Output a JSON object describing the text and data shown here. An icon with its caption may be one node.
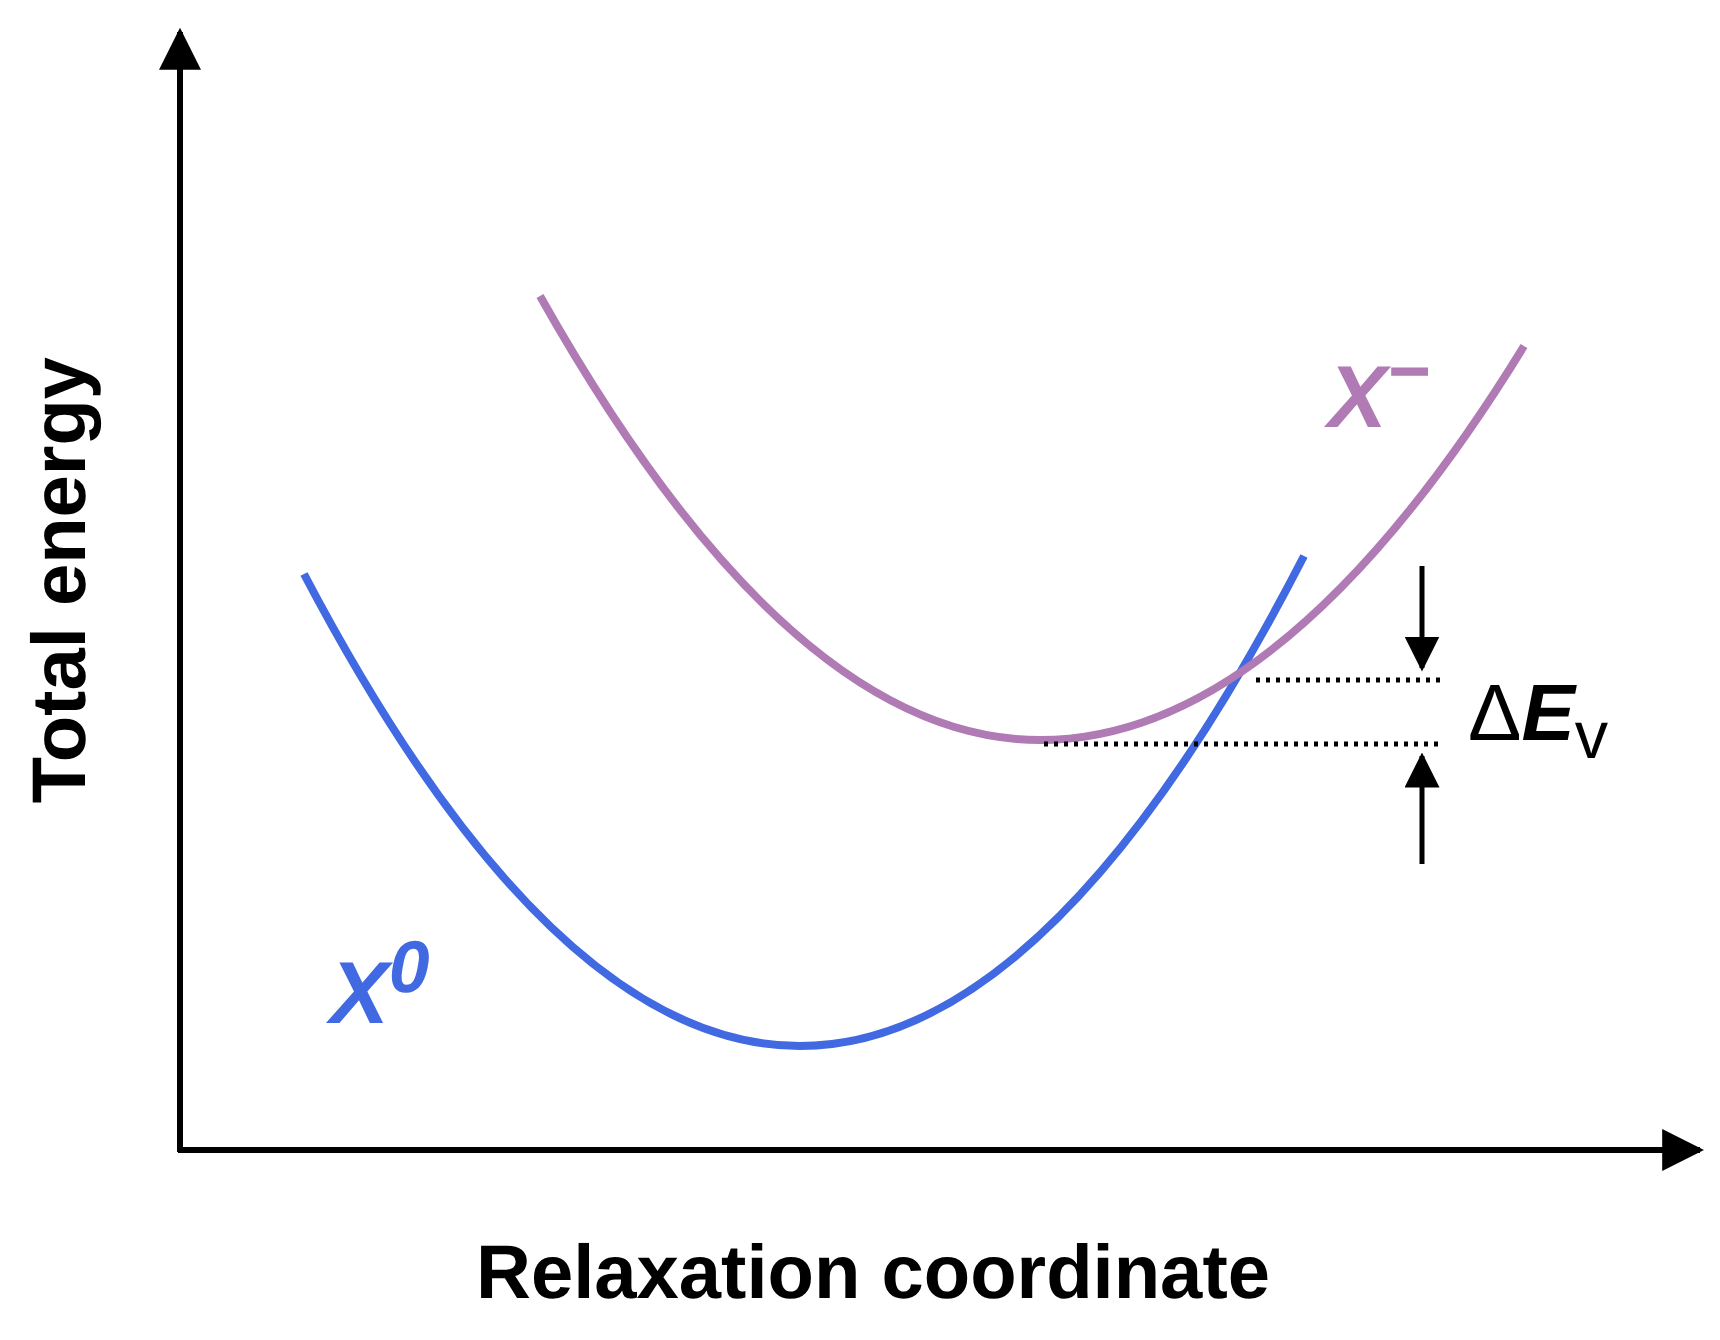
{
  "diagram": {
    "labels": [
      "Total energy",
      "X$^{−}$",
      "Δ**E**$_{v}$",
      "X$^{0}$",
      "Relaxation coordinate"
    ]
  }
}
